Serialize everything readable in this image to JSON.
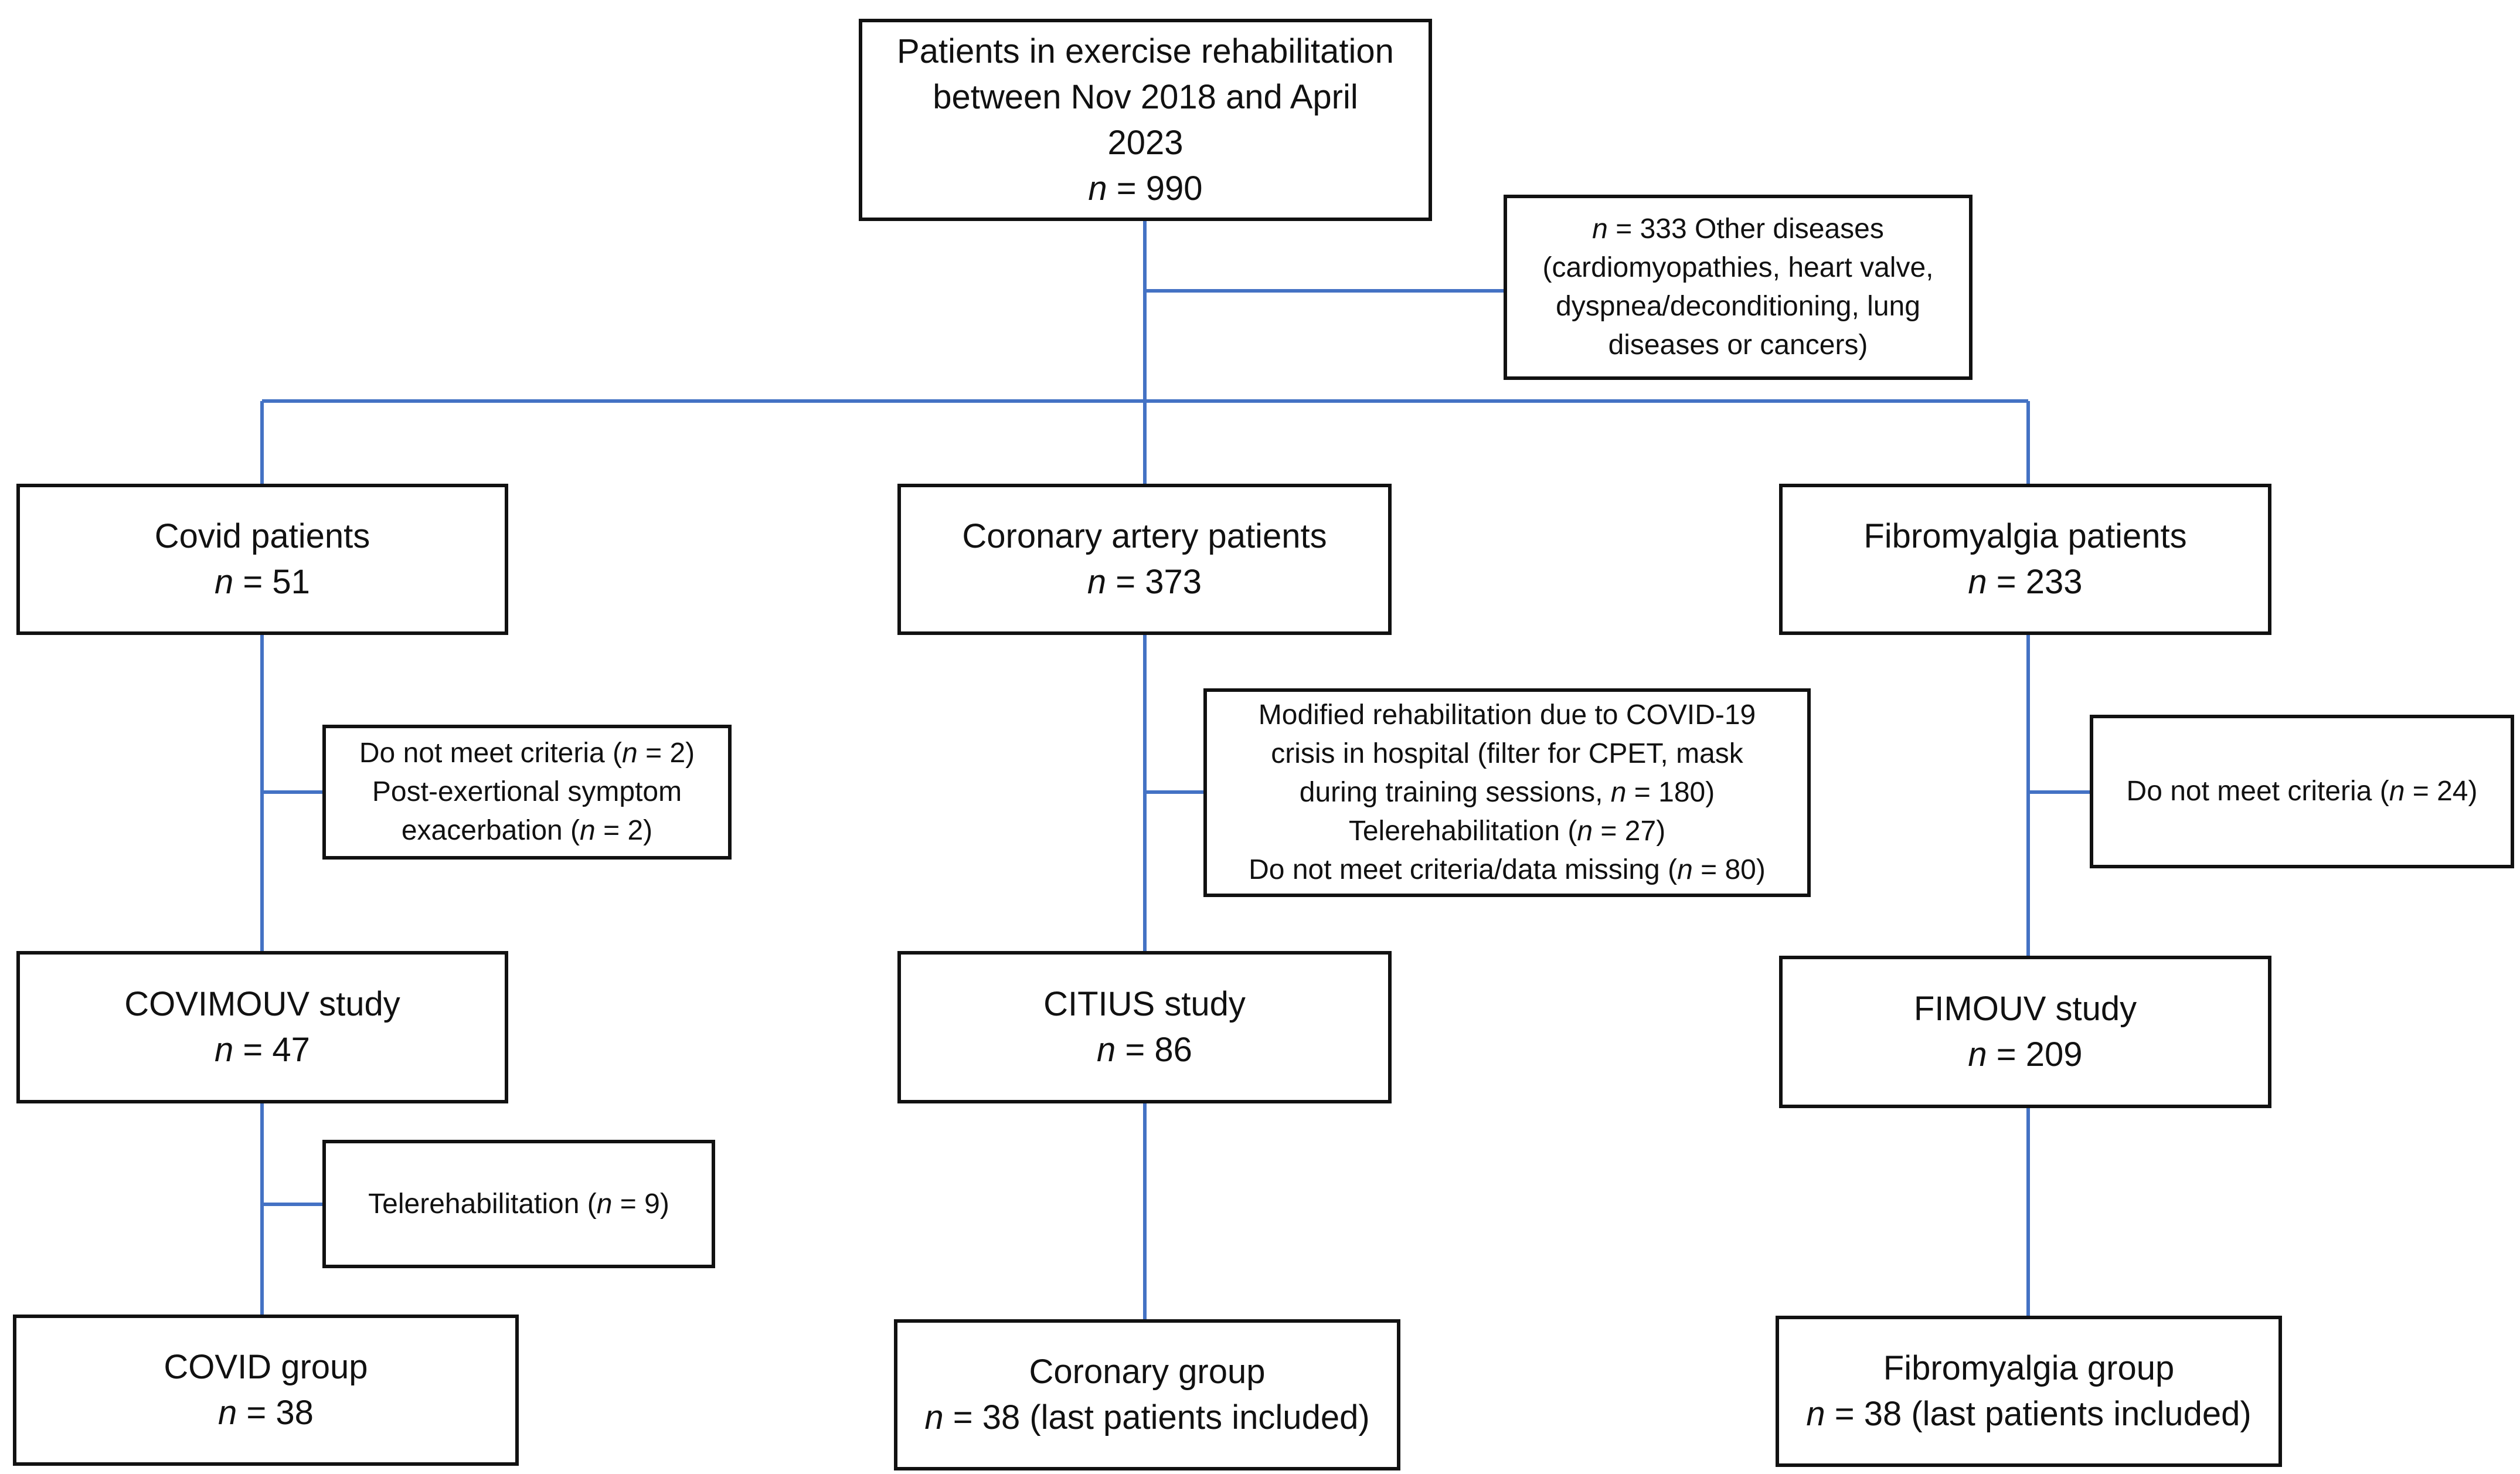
{
  "diagram": {
    "line_color": "#4472C4",
    "border_color": "#111111",
    "top": {
      "line1": "Patients in exercise rehabilitation",
      "line2": "between Nov 2018 and April",
      "line3": "2023",
      "n_label": "n",
      "n_value": " = 990"
    },
    "other_diseases": {
      "n_label": "n",
      "line1_rest": " = 333 Other diseases",
      "line2": "(cardiomyopathies, heart valve,",
      "line3": "dyspnea/deconditioning, lung",
      "line4": "diseases or cancers)"
    },
    "covid": {
      "patients": {
        "title": "Covid patients",
        "n_label": "n",
        "n_value": " = 51"
      },
      "exclusion": {
        "l1_pre": "Do not meet criteria (",
        "l1_n": "n",
        "l1_post": " = 2)",
        "l2": "Post-exertional symptom",
        "l3_pre": "exacerbation (",
        "l3_n": "n",
        "l3_post": " = 2)"
      },
      "study": {
        "title": "COVIMOUV study",
        "n_label": "n",
        "n_value": " = 47"
      },
      "exclusion2": {
        "pre": "Telerehabilitation (",
        "n": "n",
        "post": " = 9)"
      },
      "group": {
        "title": "COVID group",
        "n_label": "n",
        "n_value": " = 38"
      }
    },
    "coronary": {
      "patients": {
        "title": "Coronary artery patients",
        "n_label": "n",
        "n_value": " = 373"
      },
      "exclusion": {
        "l1": "Modified rehabilitation due to COVID-19",
        "l2": "crisis in hospital (filter for CPET, mask",
        "l3_pre": "during training sessions, ",
        "l3_n": "n",
        "l3_post": " = 180)",
        "l4_pre": "Telerehabilitation (",
        "l4_n": "n",
        "l4_post": " = 27)",
        "l5_pre": "Do not meet criteria/data missing (",
        "l5_n": "n",
        "l5_post": " = 80)"
      },
      "study": {
        "title": "CITIUS study",
        "n_label": "n",
        "n_value": " = 86"
      },
      "group": {
        "title": "Coronary group",
        "n_label": "n",
        "n_value": " = 38 (last patients included)"
      }
    },
    "fibro": {
      "patients": {
        "title": "Fibromyalgia patients",
        "n_label": "n",
        "n_value": " = 233"
      },
      "exclusion": {
        "pre": "Do not meet criteria (",
        "n": "n",
        "post": " = 24)"
      },
      "study": {
        "title": "FIMOUV study",
        "n_label": "n",
        "n_value": " = 209"
      },
      "group": {
        "title": "Fibromyalgia group",
        "n_label": "n",
        "n_value": " = 38 (last patients included)"
      }
    }
  }
}
